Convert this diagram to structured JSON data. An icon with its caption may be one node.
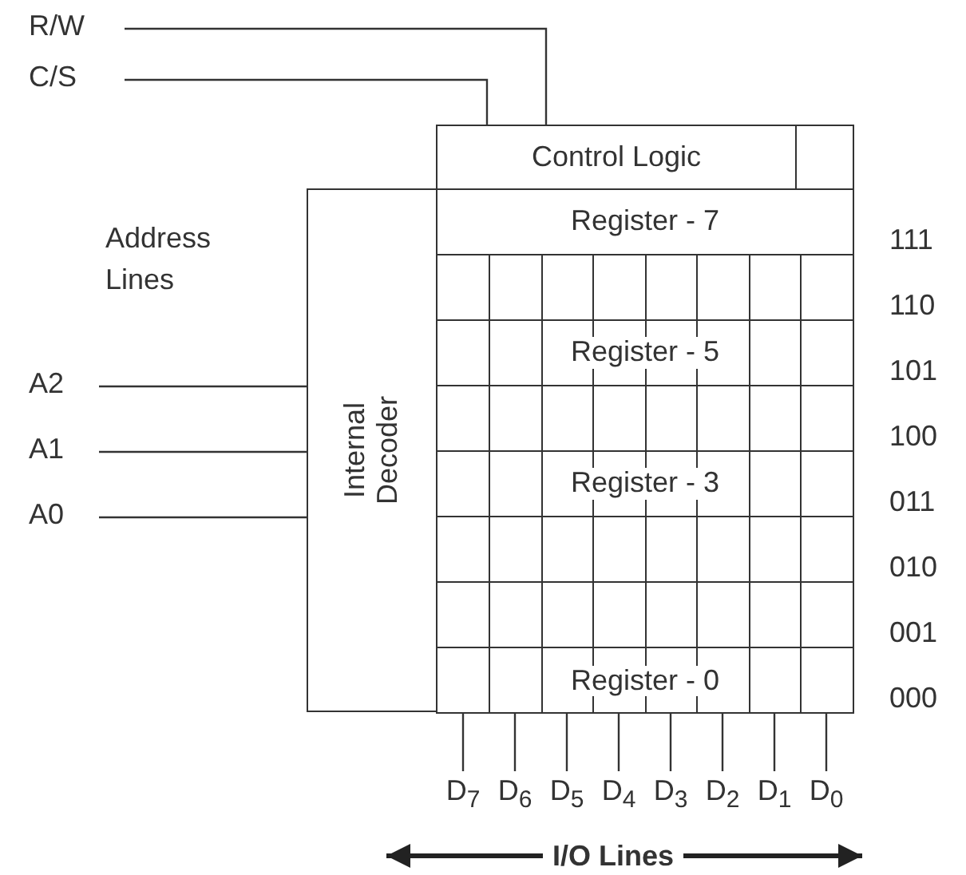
{
  "diagram": {
    "nodes": [
      {
        "text": [
          "R/W"
        ]
      },
      {
        "text": [
          "C/S"
        ]
      },
      {
        "text": [
          "A2"
        ]
      },
      {
        "text": [
          "A1"
        ]
      },
      {
        "text": [
          "A0"
        ]
      },
      {
        "text": [
          "Control Logic"
        ]
      },
      {
        "text": [
          "Internal Decoder"
        ]
      },
      {
        "text": [],
        "shape": "box"
      },
      {
        "text": [
          "Register - 7"
        ],
        "in": 7
      },
      {
        "text": [],
        "shape": "box",
        "in": 7
      },
      {
        "text": [
          "Register - 5"
        ],
        "in": 7
      },
      {
        "text": [],
        "shape": "box",
        "in": 7
      },
      {
        "text": [
          "Register - 3"
        ],
        "in": 7
      },
      {
        "text": [],
        "shape": "box",
        "in": 7
      },
      {
        "text": [],
        "shape": "box",
        "in": 7
      },
      {
        "text": [
          "Register - 0"
        ],
        "in": 7
      },
      {
        "text": [
          "D$_{7}$"
        ]
      },
      {
        "text": [
          "D$_{6}$"
        ]
      },
      {
        "text": [
          "D$_{5}$"
        ]
      },
      {
        "text": [
          "D$_{4}$"
        ]
      },
      {
        "text": [
          "D$_{3}$"
        ]
      },
      {
        "text": [
          "D$_{2}$"
        ]
      },
      {
        "text": [
          "D$_{1}$"
        ]
      },
      {
        "text": [
          "D$_{0}$"
        ]
      }
    ],
    "edges": [
      {
        "from": 0,
        "to": 5,
        "arrow": "none"
      },
      {
        "from": 1,
        "to": 5,
        "arrow": "none"
      },
      {
        "from": 2,
        "to": 6,
        "arrow": "none"
      },
      {
        "from": 3,
        "to": 6,
        "arrow": "none"
      },
      {
        "from": 4,
        "to": 6,
        "arrow": "none"
      },
      {
        "from": 7,
        "to": 16,
        "arrow": "none"
      },
      {
        "from": 7,
        "to": 17,
        "arrow": "none"
      },
      {
        "from": 7,
        "to": 18,
        "arrow": "none"
      },
      {
        "from": 7,
        "to": 19,
        "arrow": "none"
      },
      {
        "from": 7,
        "to": 20,
        "arrow": "none"
      },
      {
        "from": 7,
        "to": 21,
        "arrow": "none"
      },
      {
        "from": 7,
        "to": 22,
        "arrow": "none"
      },
      {
        "from": 7,
        "to": 23,
        "arrow": "none"
      }
    ],
    "labels": [
      "Address Lines",
      "111",
      "110",
      "101",
      "100",
      "011",
      "010",
      "001",
      "000",
      "I/O Lines"
    ]
  }
}
